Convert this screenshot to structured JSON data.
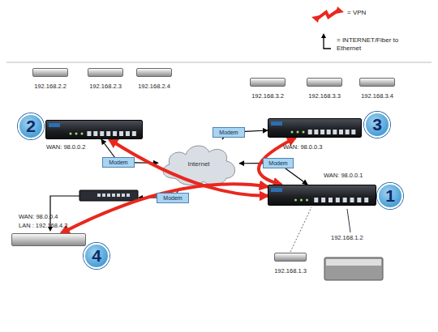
{
  "diagram": {
    "nodes": [
      {
        "text": [
          "192.168.2.2"
        ]
      },
      {
        "text": [
          "192.168.2.3"
        ]
      },
      {
        "text": [
          "192.168.2.4"
        ]
      },
      {
        "text": [
          "192.168.3.2"
        ]
      },
      {
        "text": [
          "192.168.3.3"
        ]
      },
      {
        "text": [
          "192.168.3.4"
        ]
      },
      {
        "text": [
          "2"
        ]
      },
      {
        "text": [
          "WAN: 98.0.0.2"
        ]
      },
      {
        "text": [
          "WAN: 98.0.0.3"
        ]
      },
      {
        "text": [
          "3"
        ]
      },
      {
        "text": [
          "Modem"
        ]
      },
      {
        "text": [
          "Modem"
        ]
      },
      {
        "text": [
          "Internet"
        ]
      },
      {
        "text": [
          "Modem"
        ]
      },
      {
        "text": [
          "WAN: 98.0.0.1"
        ]
      },
      {
        "text": [
          "1"
        ]
      },
      {
        "text": [
          "Modem"
        ]
      },
      {
        "text": [
          "WAN: 98.0.0.4",
          "LAN : 192.168.4.2"
        ]
      },
      {
        "text": [
          "4"
        ]
      },
      {
        "text": [
          "192.168.1.3"
        ]
      }
    ],
    "edges": [
      {
        "from": 12,
        "to": 10,
        "arrow": "none"
      },
      {
        "from": 10,
        "to": 8,
        "arrow": "to"
      },
      {
        "from": 11,
        "to": 7,
        "arrow": "to"
      },
      {
        "from": 11,
        "to": 12,
        "arrow": "to"
      },
      {
        "from": 13,
        "to": 12,
        "arrow": "to"
      },
      {
        "from": 13,
        "to": 14,
        "arrow": "to"
      },
      {
        "from": 16,
        "to": 12,
        "arrow": "none"
      },
      {
        "from": 14,
        "to": 7,
        "arrow": "both"
      },
      {
        "from": 14,
        "to": 8,
        "arrow": "both"
      },
      {
        "from": 14,
        "to": 17,
        "arrow": "both"
      }
    ],
    "labels": [
      "192.168.1.2"
    ],
    "legend": [
      {
        "text": "= VPN"
      },
      {
        "text": "= INTERNET/Fiber to Ethernet"
      }
    ]
  }
}
